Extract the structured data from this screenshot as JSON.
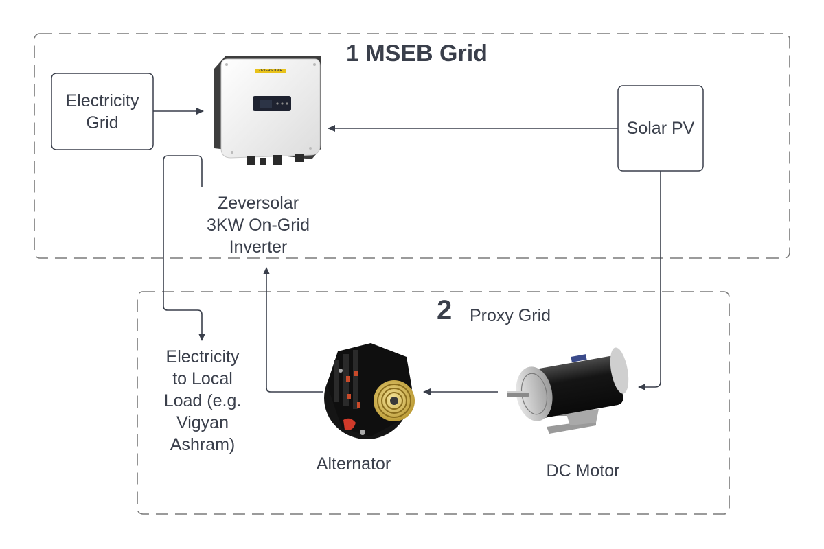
{
  "colors": {
    "stroke": "#3a3f4b",
    "dash": "#7a7a7a",
    "text": "#3a3f4b"
  },
  "regions": {
    "mseb": {
      "number_title": "1 MSEB Grid"
    },
    "proxy": {
      "number": "2",
      "title": "Proxy Grid"
    }
  },
  "nodes": {
    "electricity_grid": {
      "label": "Electricity\nGrid",
      "icon": "box"
    },
    "solar_pv": {
      "label": "Solar PV",
      "icon": "box"
    },
    "inverter": {
      "label": "Zeversolar\n3KW On-Grid\nInverter",
      "icon": "inverter-photo",
      "brand": "ZEVERSOLAR"
    },
    "local_load": {
      "label": "Electricity\nto Local\nLoad (e.g.\nVigyan\nAshram)"
    },
    "alternator": {
      "label": "Alternator",
      "icon": "alternator-photo"
    },
    "dc_motor": {
      "label": "DC Motor",
      "icon": "dc-motor-photo"
    }
  }
}
